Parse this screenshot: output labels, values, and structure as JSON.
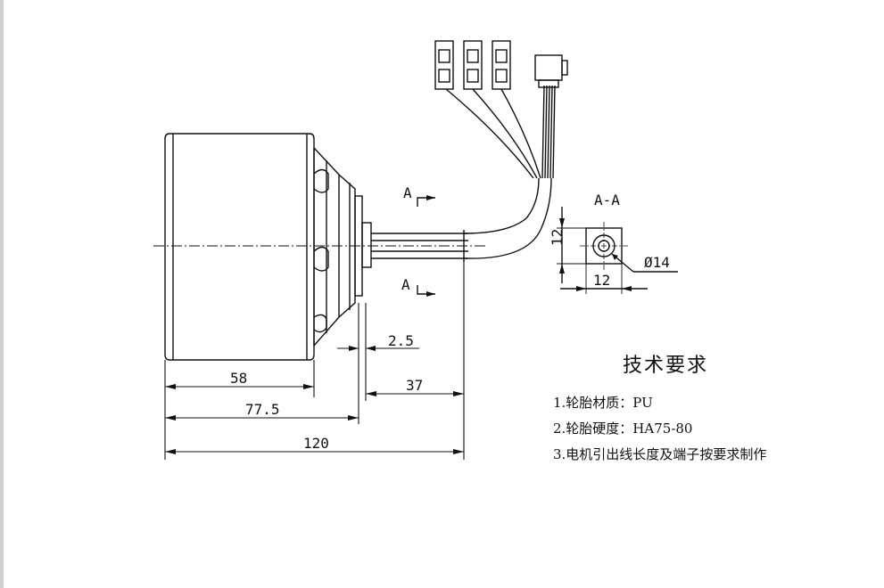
{
  "dimensions": {
    "d58": "58",
    "d77_5": "77.5",
    "d120": "120",
    "d2_5": "2.5",
    "d37": "37",
    "d12_v": "12",
    "d12_h": "12",
    "d14": "Ø14"
  },
  "section": {
    "title": "A-A",
    "marker_top": "A",
    "marker_bottom": "A"
  },
  "notes": {
    "title": "技术要求",
    "items": [
      "1.轮胎材质：PU",
      "2.轮胎硬度：HA75-80",
      "3.电机引出线长度及端子按要求制作"
    ]
  }
}
